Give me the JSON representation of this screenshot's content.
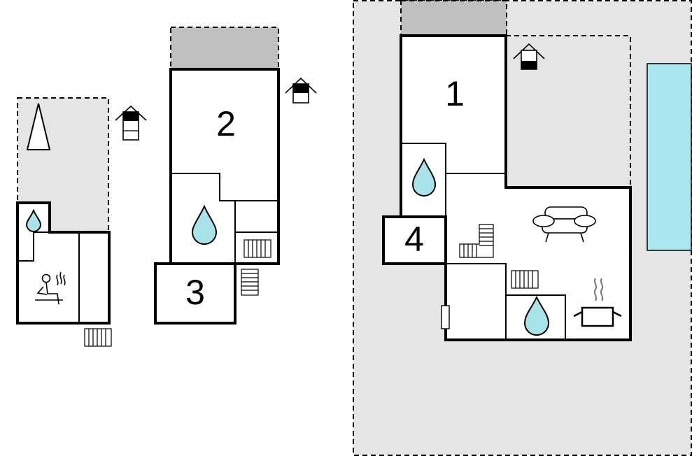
{
  "plan": {
    "room_labels": {
      "room_1": "1",
      "room_2": "2",
      "room_3": "3",
      "room_4": "4"
    },
    "colors": {
      "terrace": "#e5e5e5",
      "roof_overhang": "#c0c0c0",
      "pool": "#a8e8ee",
      "water_drop": "#a8e3ea",
      "walls": "#000000"
    },
    "icons": [
      "house-level-icon",
      "water-drop-icon",
      "sauna-icon",
      "staircase-icon",
      "radiator-icon",
      "sofa-icon",
      "cooking-pot-icon",
      "tree-icon",
      "door-icon",
      "swimming-pool"
    ]
  }
}
